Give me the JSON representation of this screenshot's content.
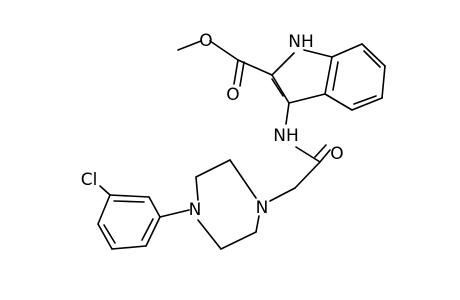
{
  "atoms": {
    "nh_indole": "NH",
    "o_ester_single": "O",
    "o_ester_carbonyl": "O",
    "nh_amide": "NH",
    "o_amide": "O",
    "n_piperazine_right": "N",
    "n_piperazine_left": "N",
    "cl": "Cl"
  }
}
